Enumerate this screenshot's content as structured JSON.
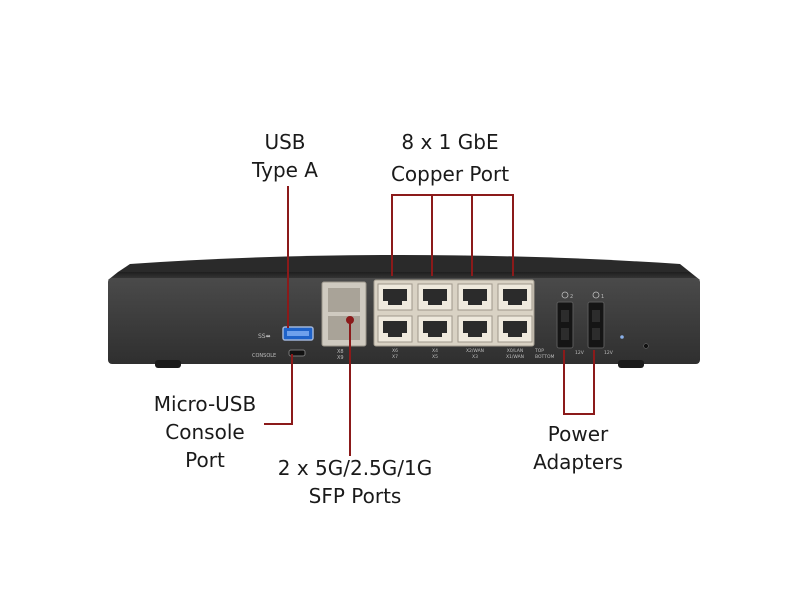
{
  "labels": {
    "usb": [
      "USB",
      "Type A"
    ],
    "copper_line1": "8 x 1 GbE",
    "copper_line2": "Copper Port",
    "micro_usb": [
      "Micro-USB",
      "Console",
      "Port"
    ],
    "sfp": [
      "2 x 5G/2.5G/1G",
      "SFP Ports"
    ],
    "power": [
      "Power",
      "Adapters"
    ]
  },
  "device_marks": {
    "usb_logo": "SS⬌",
    "console": "CONSOLE",
    "sfp_ports": [
      "X8",
      "X9"
    ],
    "copper_port_labels": [
      "X6\nX7",
      "X4\nX5",
      "X2/WAN\nX3",
      "X0/LAN\nX1/WAN"
    ],
    "top_bottom": "TOP\nBOTTOM",
    "power_labels": [
      "2",
      "1"
    ],
    "power_volt": [
      "12V",
      "12V"
    ]
  },
  "colors": {
    "callout": "#8b1a1a",
    "chassis": "#3a3a3a",
    "chassis_top": "#2c2c2c",
    "port": "#e6dfd2",
    "label_text": "#1a1a1a"
  }
}
